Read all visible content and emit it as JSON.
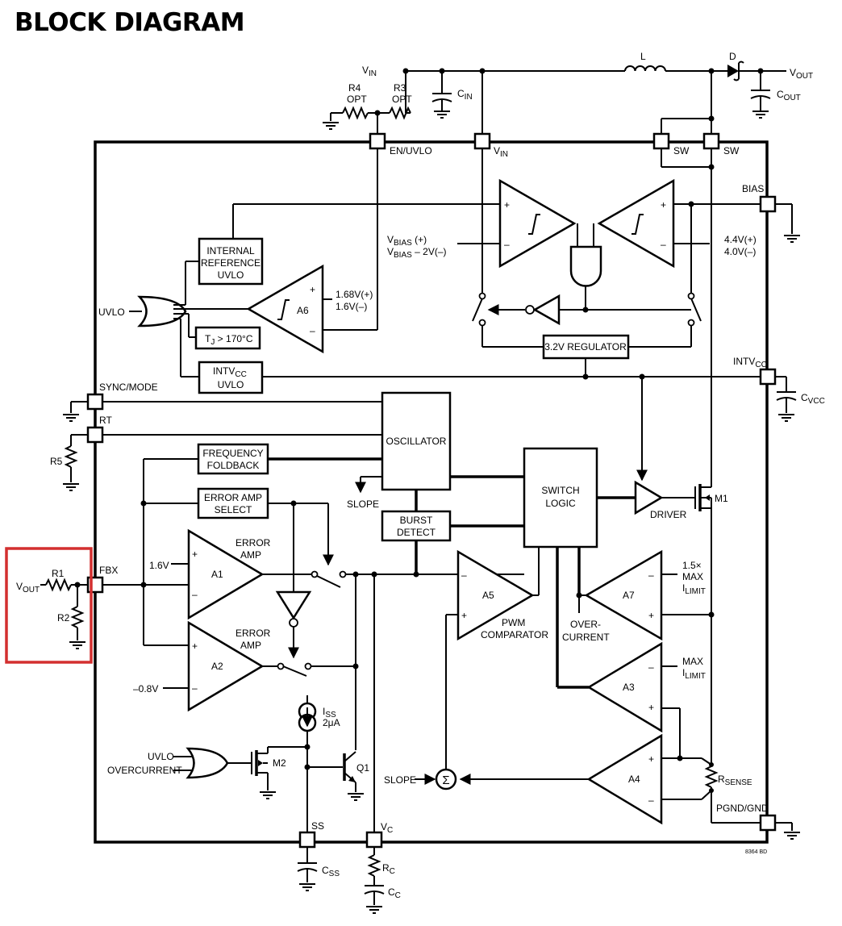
{
  "title": "BLOCK DIAGRAM",
  "ext": {
    "vin": "V",
    "vin_sub": "IN",
    "r4": "R4",
    "r4opt": "OPT",
    "r3": "R3",
    "r3opt": "OPT",
    "cin": "C",
    "cin_sub": "IN",
    "l": "L",
    "d": "D",
    "vout": "V",
    "vout_sub": "OUT",
    "cout": "C",
    "cout_sub": "OUT",
    "cvcc": "C",
    "cvcc_sub": "VCC",
    "r5": "R5",
    "r1": "R1",
    "r2": "R2",
    "vout_fb": "V",
    "vout_fb_sub": "OUT",
    "css": "C",
    "css_sub": "SS",
    "rc": "R",
    "rc_sub": "C",
    "cc": "C",
    "cc_sub": "C",
    "code": "8364 BD"
  },
  "pins": {
    "en_uvlo": "EN/UVLO",
    "vin": "V",
    "vin_sub": "IN",
    "sw1": "SW",
    "sw2": "SW",
    "bias": "BIAS",
    "intvcc": "INTV",
    "intvcc_sub": "CC",
    "sync_mode": "SYNC/MODE",
    "rt": "RT",
    "fbx": "FBX",
    "ss": "SS",
    "vc": "V",
    "vc_sub": "C",
    "pgnd": "PGND/GND"
  },
  "blocks": {
    "int_ref_1": "INTERNAL",
    "int_ref_2": "REFERENCE",
    "int_ref_3": "UVLO",
    "tj": "T",
    "tj_sub": "J",
    "tj_val": " > 170°C",
    "intvcc_uvlo_1": "INTV",
    "intvcc_uvlo_1_sub": "CC",
    "intvcc_uvlo_2": "UVLO",
    "reg": "3.2V REGULATOR",
    "osc": "OSCILLATOR",
    "freq_1": "FREQUENCY",
    "freq_2": "FOLDBACK",
    "eas_1": "ERROR AMP",
    "eas_2": "SELECT",
    "burst_1": "BURST",
    "burst_2": "DETECT",
    "switch_1": "SWITCH",
    "switch_2": "LOGIC"
  },
  "labels": {
    "uvlo": "UVLO",
    "vbias_p": "V",
    "vbias_p_sub": "BIAS",
    "vbias_p_val": " (+)",
    "vbias_m": "V",
    "vbias_m_sub": "BIAS",
    "vbias_m_val": " – 2V(–)",
    "th_hi": "4.4V(+)",
    "th_lo": "4.0V(–)",
    "a6_hi": "1.68V(+)",
    "a6_lo": "1.6V(–)",
    "a6": "A6",
    "slope1": "SLOPE",
    "slope2": "SLOPE",
    "driver": "DRIVER",
    "m1": "M1",
    "ea1_1": "ERROR",
    "ea1_2": "AMP",
    "a1": "A1",
    "ref_16": "1.6V",
    "ea2_1": "ERROR",
    "ea2_2": "AMP",
    "a2": "A2",
    "ref_08": "–0.8V",
    "a5": "A5",
    "pwm_1": "PWM",
    "pwm_2": "COMPARATOR",
    "a7": "A7",
    "oc_1": "OVER-",
    "oc_2": "CURRENT",
    "lim1_1": "1.5×",
    "lim1_2": "MAX",
    "lim1_3": "I",
    "lim1_3_sub": "LIMIT",
    "a3": "A3",
    "lim2_1": "MAX",
    "lim2_2": "I",
    "lim2_2_sub": "LIMIT",
    "a4": "A4",
    "rsense": "R",
    "rsense_sub": "SENSE",
    "iss": "I",
    "iss_sub": "SS",
    "iss_val": "2μA",
    "m2": "M2",
    "q1": "Q1",
    "uvlo2": "UVLO",
    "overcurrent": "OVERCURRENT",
    "sigma": "Σ"
  }
}
